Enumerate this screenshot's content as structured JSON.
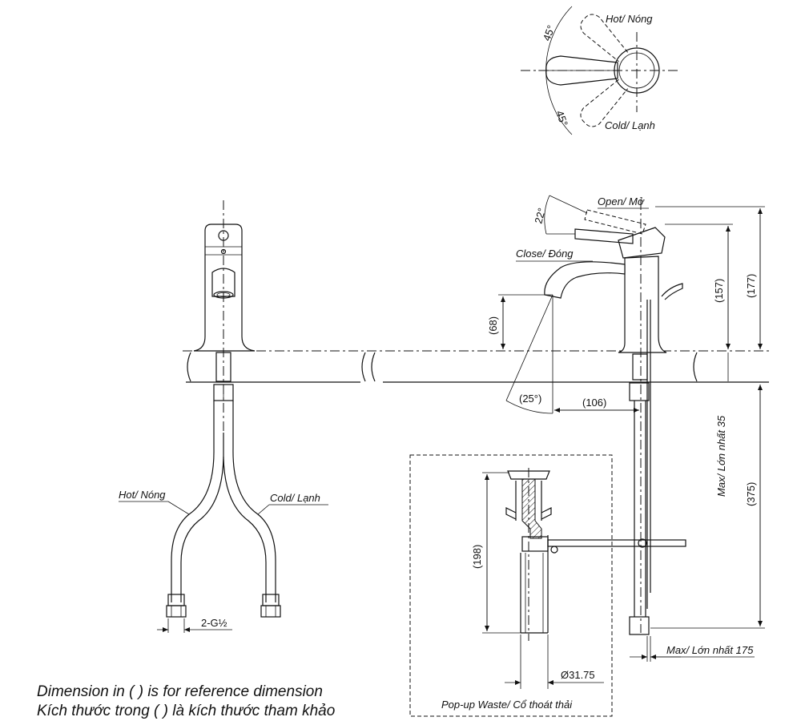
{
  "handle_view": {
    "hot_label": "Hot/ Nóng",
    "cold_label": "Cold/ Lạnh",
    "angle_top": "45°",
    "angle_bottom": "45°"
  },
  "side_view": {
    "open_label": "Open/ Mở",
    "close_label": "Close/ Đóng",
    "handle_angle": "22°",
    "dim_spout_height": "(68)",
    "dim_body_height": "(157)",
    "dim_total_height": "(177)",
    "dim_spout_reach": "(106)",
    "spray_angle": "(25°)",
    "max_depth": "Max/ Lớn nhất 35",
    "dim_hose_length": "(375)",
    "max_rod": "Max/ Lớn nhất 175"
  },
  "front_view": {
    "hot_label": "Hot/ Nóng",
    "cold_label": "Cold/ Lạnh",
    "thread": "2-G½"
  },
  "popup_waste": {
    "height": "(198)",
    "diameter": "Ø31.75",
    "label": "Pop-up Waste/ Cổ thoát thải"
  },
  "notes": {
    "line_en": "Dimension in ( ) is for reference dimension",
    "line_vi": "Kích thước trong ( ) là kích thước tham khảo"
  }
}
